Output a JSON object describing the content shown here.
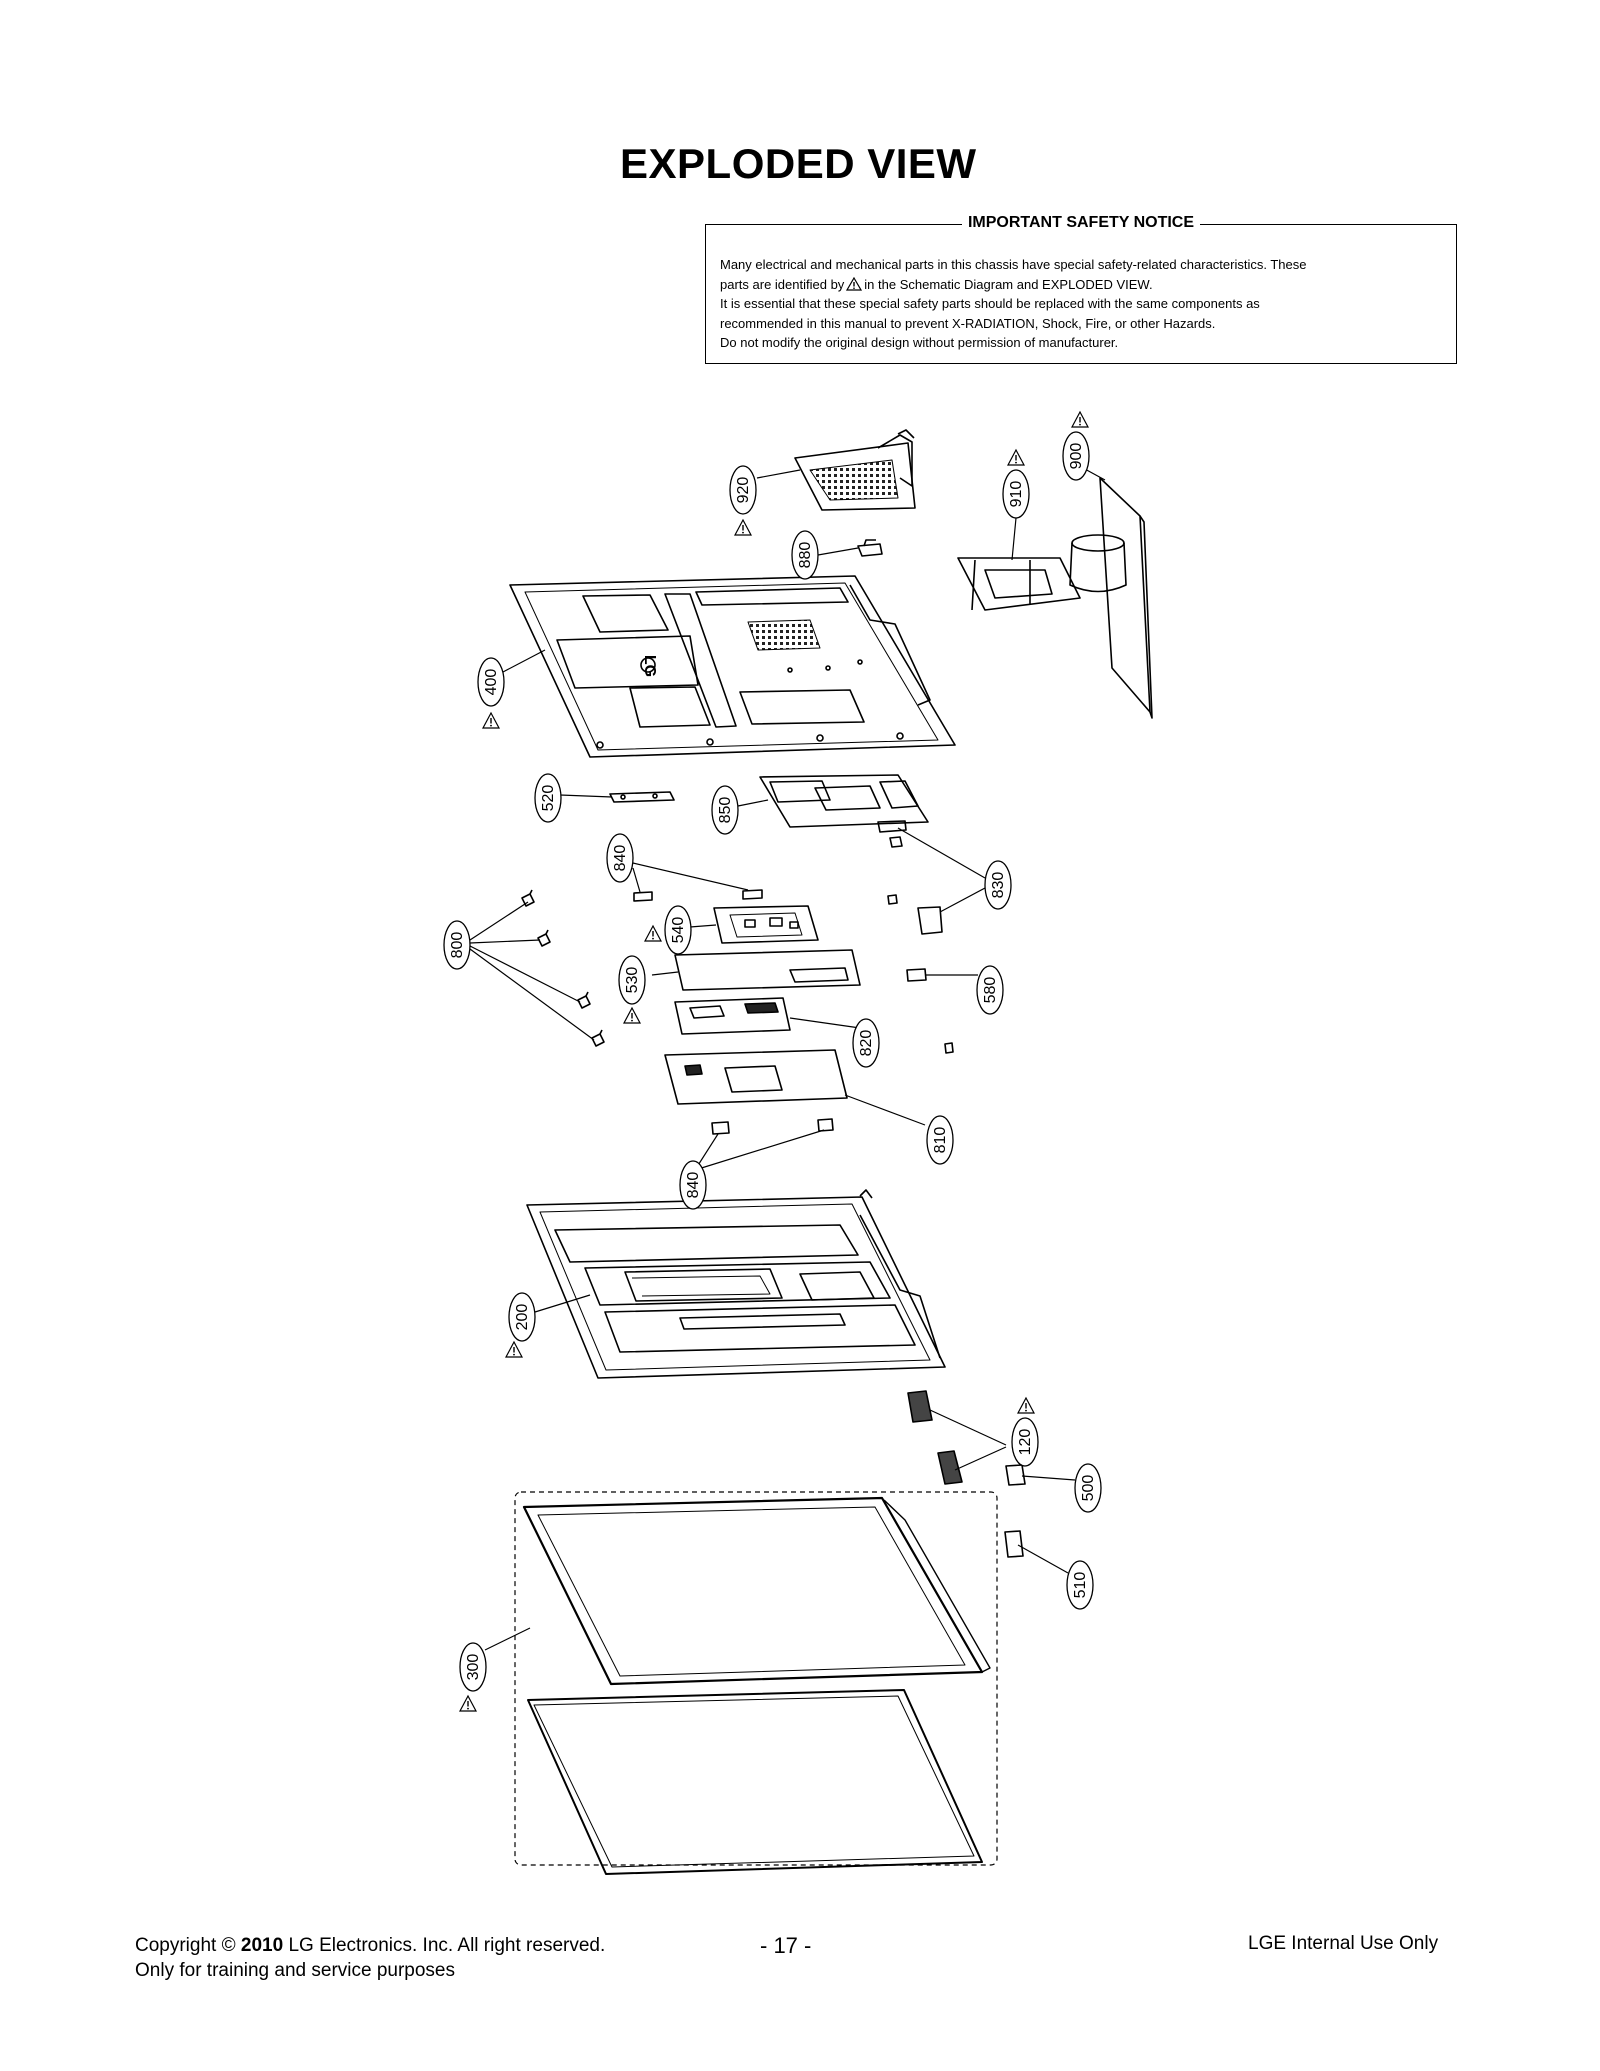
{
  "page": {
    "title": "EXPLODED VIEW"
  },
  "notice": {
    "heading": "IMPORTANT SAFETY NOTICE",
    "line1": "Many electrical and mechanical parts in this chassis have special safety-related characteristics. These",
    "line2_a": "parts are identified by",
    "line2_b": "in the Schematic Diagram and EXPLODED VIEW.",
    "line3": "It is essential that these special safety parts should be replaced with the same components as",
    "line4": "recommended in this manual to prevent X-RADIATION, Shock, Fire, or other Hazards.",
    "line5": "Do not modify the original design without permission of manufacturer."
  },
  "diagram": {
    "logo_text": "LG",
    "callouts": [
      {
        "id": "c920",
        "label": "920",
        "safety": true
      },
      {
        "id": "c880",
        "label": "880",
        "safety": false
      },
      {
        "id": "c910",
        "label": "910",
        "safety": true
      },
      {
        "id": "c900",
        "label": "900",
        "safety": true
      },
      {
        "id": "c400",
        "label": "400",
        "safety": true
      },
      {
        "id": "c520",
        "label": "520",
        "safety": false
      },
      {
        "id": "c850",
        "label": "850",
        "safety": false
      },
      {
        "id": "c840a",
        "label": "840",
        "safety": false
      },
      {
        "id": "c830",
        "label": "830",
        "safety": false
      },
      {
        "id": "c800",
        "label": "800",
        "safety": false
      },
      {
        "id": "c540",
        "label": "540",
        "safety": true
      },
      {
        "id": "c530",
        "label": "530",
        "safety": true
      },
      {
        "id": "c580",
        "label": "580",
        "safety": false
      },
      {
        "id": "c820",
        "label": "820",
        "safety": false
      },
      {
        "id": "c810",
        "label": "810",
        "safety": false
      },
      {
        "id": "c840b",
        "label": "840",
        "safety": false
      },
      {
        "id": "c200",
        "label": "200",
        "safety": true
      },
      {
        "id": "c120",
        "label": "120",
        "safety": true
      },
      {
        "id": "c500",
        "label": "500",
        "safety": false
      },
      {
        "id": "c510",
        "label": "510",
        "safety": false
      },
      {
        "id": "c300",
        "label": "300",
        "safety": true
      }
    ]
  },
  "footer": {
    "copyright_prefix": "Copyright ©",
    "copyright_year": "2010",
    "copyright_rest": "LG Electronics. Inc. All right reserved.",
    "training": "Only for training and service purposes",
    "page_number": "- 17 -",
    "internal": "LGE Internal Use Only"
  }
}
